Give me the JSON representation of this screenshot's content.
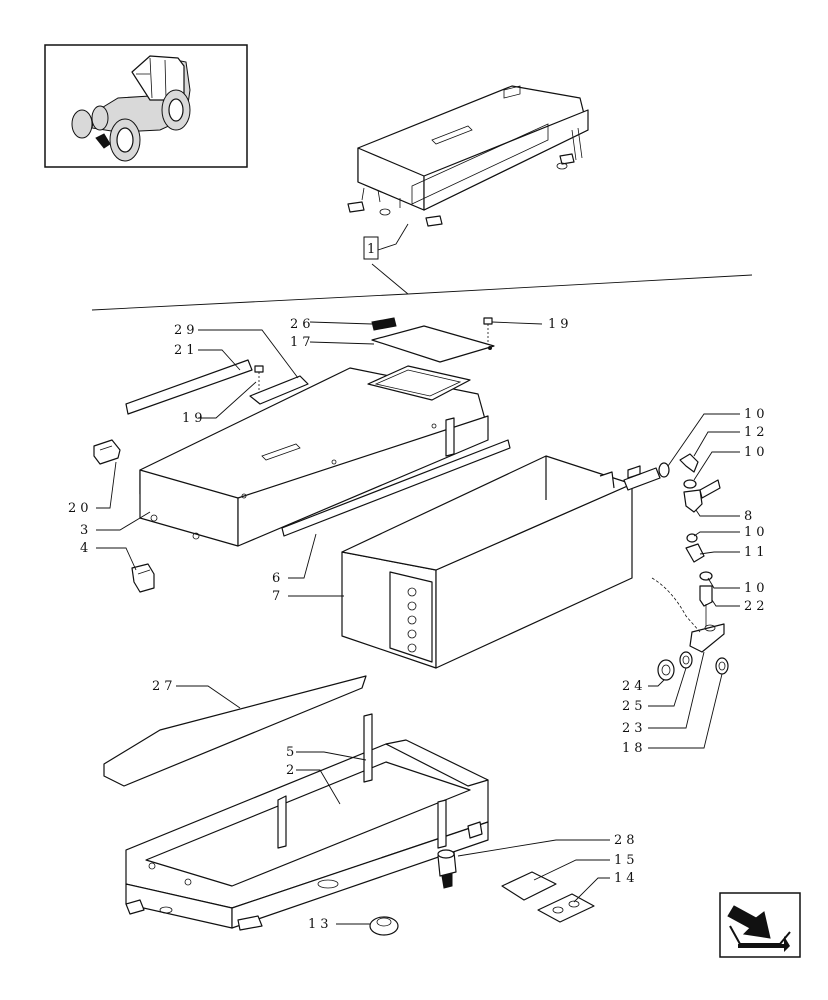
{
  "thumbnail": {
    "icon": "tractor-icon"
  },
  "assembly_label": "1",
  "nav": {
    "icon": "next-page-arrow-icon"
  },
  "callouts": [
    {
      "key": "c26",
      "text": "26"
    },
    {
      "key": "c17",
      "text": "17"
    },
    {
      "key": "c19a",
      "text": "19"
    },
    {
      "key": "c29",
      "text": "29"
    },
    {
      "key": "c21",
      "text": "21"
    },
    {
      "key": "c19b",
      "text": "19"
    },
    {
      "key": "c20",
      "text": "20"
    },
    {
      "key": "c3",
      "text": "3"
    },
    {
      "key": "c4",
      "text": "4"
    },
    {
      "key": "c6",
      "text": "6"
    },
    {
      "key": "c7",
      "text": "7"
    },
    {
      "key": "c10a",
      "text": "10"
    },
    {
      "key": "c12",
      "text": "12"
    },
    {
      "key": "c10b",
      "text": "10"
    },
    {
      "key": "c8",
      "text": "8"
    },
    {
      "key": "c10c",
      "text": "10"
    },
    {
      "key": "c11",
      "text": "11"
    },
    {
      "key": "c10d",
      "text": "10"
    },
    {
      "key": "c22",
      "text": "22"
    },
    {
      "key": "c24",
      "text": "24"
    },
    {
      "key": "c25",
      "text": "25"
    },
    {
      "key": "c23",
      "text": "23"
    },
    {
      "key": "c18",
      "text": "18"
    },
    {
      "key": "c27",
      "text": "27"
    },
    {
      "key": "c5",
      "text": "5"
    },
    {
      "key": "c2",
      "text": "2"
    },
    {
      "key": "c28",
      "text": "28"
    },
    {
      "key": "c15",
      "text": "15"
    },
    {
      "key": "c14",
      "text": "14"
    },
    {
      "key": "c13",
      "text": "13"
    }
  ]
}
